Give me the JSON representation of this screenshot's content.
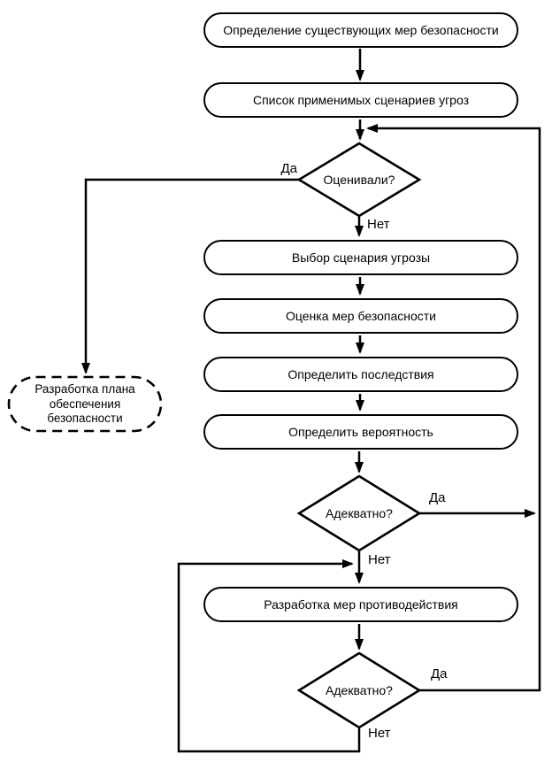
{
  "diagram": {
    "type": "flowchart",
    "language": "ru",
    "colors": {
      "line": "#000000",
      "fill": "#ffffff",
      "text": "#000000"
    },
    "nodes": {
      "identify_existing_measures": {
        "shape": "stadium",
        "label": "Определение существующих мер безопасности"
      },
      "threat_scenarios_list": {
        "shape": "stadium",
        "label": "Список применимых сценариев угроз"
      },
      "decision_evaluated": {
        "shape": "diamond",
        "label": "Оценивали?"
      },
      "select_threat_scenario": {
        "shape": "stadium",
        "label": "Выбор сценария угрозы"
      },
      "assess_security_measures": {
        "shape": "stadium",
        "label": "Оценка мер безопасности"
      },
      "determine_consequences": {
        "shape": "stadium",
        "label": "Определить последствия"
      },
      "determine_probability": {
        "shape": "stadium",
        "label": "Определить вероятность"
      },
      "decision_adequate_1": {
        "shape": "diamond",
        "label": "Адекватно?"
      },
      "develop_countermeasures": {
        "shape": "stadium",
        "label": "Разработка мер противодействия"
      },
      "decision_adequate_2": {
        "shape": "diamond",
        "label": "Адекватно?"
      },
      "security_plan": {
        "shape": "stadium-dashed",
        "label": "Разработка плана обеспечения безопасности",
        "label_lines": [
          "Разработка плана",
          "обеспечения",
          "безопасности"
        ]
      }
    },
    "edge_labels": {
      "evaluated_yes": "Да",
      "evaluated_no": "Нет",
      "adequate1_yes": "Да",
      "adequate1_no": "Нет",
      "adequate2_yes": "Да",
      "adequate2_no": "Нет"
    }
  }
}
